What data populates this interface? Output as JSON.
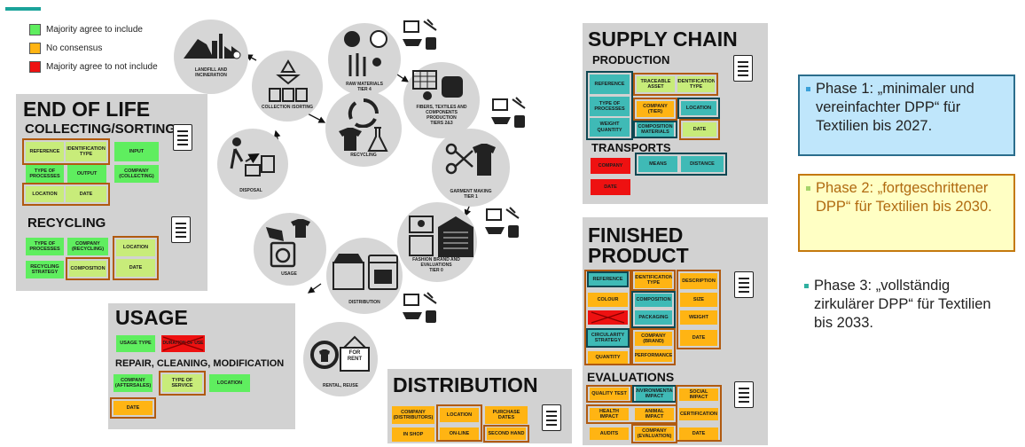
{
  "legend": [
    {
      "label": "Majority agree to include",
      "color": "#5fee5f"
    },
    {
      "label": "No consensus",
      "color": "#ffb413"
    },
    {
      "label": "Majority agree to not include",
      "color": "#ee1111"
    }
  ],
  "colors": {
    "include": "#5fee5f",
    "no_consensus": "#ffb413",
    "exclude": "#ee1111",
    "panel": "#d2d2d2",
    "teal": "#3fbab6",
    "lightgreen": "#c8ec7a"
  },
  "end_of_life": {
    "title": "END OF LIFE",
    "collecting_title": "COLLECTING/SORTING",
    "collecting": {
      "reference": "REFERENCE",
      "identification_type": "IDENTIFICATION TYPE",
      "input": "INPUT",
      "type_of_processes": "TYPE OF PROCESSES",
      "output": "OUTPUT",
      "company_collecting": "COMPANY (COLLECTING)",
      "location": "LOCATION",
      "date": "DATE"
    },
    "recycling_title": "RECYCLING",
    "recycling": {
      "type_of_processes": "TYPE OF PROCESSES",
      "company_recycling": "COMPANY (RECYCLING)",
      "location": "LOCATION",
      "recycling_strategy": "RECYCLING STRATEGY",
      "composition": "COMPOSITION",
      "date": "DATE"
    }
  },
  "usage": {
    "title": "USAGE",
    "usage_type": "USAGE TYPE",
    "crossed": "DURATION OF USE",
    "repair_title": "REPAIR, CLEANING, MODIFICATION",
    "company_aftersales": "COMPANY (AFTERSALES)",
    "type_of_service": "TYPE OF SERVICE",
    "location": "LOCATION",
    "date": "DATE"
  },
  "cycle": {
    "raw_materials": "RAW MATERIALS\nTIER 4",
    "fibers": "FIBERS, TEXTILES AND\nCOMPONENTS\nPRODUCTION\nTIERS 2&3",
    "garment": "GARMENT MAKING\nTIER 1",
    "fashion": "FASHION BRAND AND\nEVALUATIONS\nTIER 0",
    "distribution": "DISTRIBUTION",
    "rental": "RENTAL, REUSE",
    "usage": "USAGE",
    "disposal": "DISPOSAL",
    "collection": "COLLECTION /SORTING",
    "landfill": "LANDFILL AND\nINCINERATION",
    "recycling": "RECYCLING",
    "for_rent": "FOR\nRENT"
  },
  "distribution": {
    "title": "DISTRIBUTION",
    "company_distributors": "COMPANY (DISTRIBUTORS)",
    "location": "LOCATION",
    "purchase_dates": "PURCHASE DATES",
    "in_shop": "IN SHOP",
    "on_line": "ON-LINE",
    "second_hand": "SECOND HAND"
  },
  "supply_chain": {
    "title": "SUPPLY CHAIN",
    "production_title": "PRODUCTION",
    "reference": "REFERENCE",
    "traceable_asset": "TRACEABLE ASSET",
    "identification_type": "IDENTIFICATION TYPE",
    "type_of_processes": "TYPE OF PROCESSES",
    "company_tier": "COMPANY (TIER)",
    "location": "LOCATION",
    "weight_quantity": "WEIGHT QUANTITY",
    "composition_materials": "COMPOSITION MATERIALS",
    "date": "DATE",
    "transports_title": "TRANSPORTS",
    "company": "COMPANY",
    "means": "MEANS",
    "distance": "DISTANCE",
    "t_date": "DATE"
  },
  "finished_product": {
    "title_line1": "FINISHED",
    "title_line2": "PRODUCT",
    "reference": "REFERENCE",
    "identification_type": "IDENTIFICATION TYPE",
    "description": "DESCRIPTION",
    "colour": "COLOUR",
    "composition": "COMPOSITION",
    "size": "SIZE",
    "packaging": "PACKAGING",
    "weight": "WEIGHT",
    "circularity_strategy": "CIRCULARITY STRATEGY",
    "company_brand": "COMPANY (BRAND)",
    "date": "DATE",
    "quantity": "QUANTITY",
    "performance": "PERFORMANCE",
    "evaluations_title": "EVALUATIONS",
    "quality_test": "QUALITY TEST",
    "environmental_impact": "ENVIRONMENTAL IMPACT",
    "social_impact": "SOCIAL IMPACT",
    "health_impact": "HEALTH IMPACT",
    "animal_impact": "ANIMAL IMPACT",
    "certification": "CERTIFICATION",
    "audits": "AUDITS",
    "company_evaluation": "COMPANY (EVALUATION)",
    "e_date": "DATE"
  },
  "phases": [
    {
      "text": "Phase 1: „minimaler und vereinfachter DPP“ für Textilien bis 2027.",
      "fill": "#bfe6fb",
      "border": "#2b6d8c",
      "bullet": "#3aa0d8"
    },
    {
      "text": "Phase 2: „fortgeschrittener DPP“ für Textilien bis 2030.",
      "fill": "#ffffc4",
      "border": "#c4790e",
      "bullet": "#a6d36a"
    },
    {
      "text": "Phase 3: „vollständig zirkulärer DPP“ für Textilien bis 2033.",
      "fill": "#ffffff",
      "border": "#ffffff",
      "bullet": "#2fb0a0"
    }
  ]
}
